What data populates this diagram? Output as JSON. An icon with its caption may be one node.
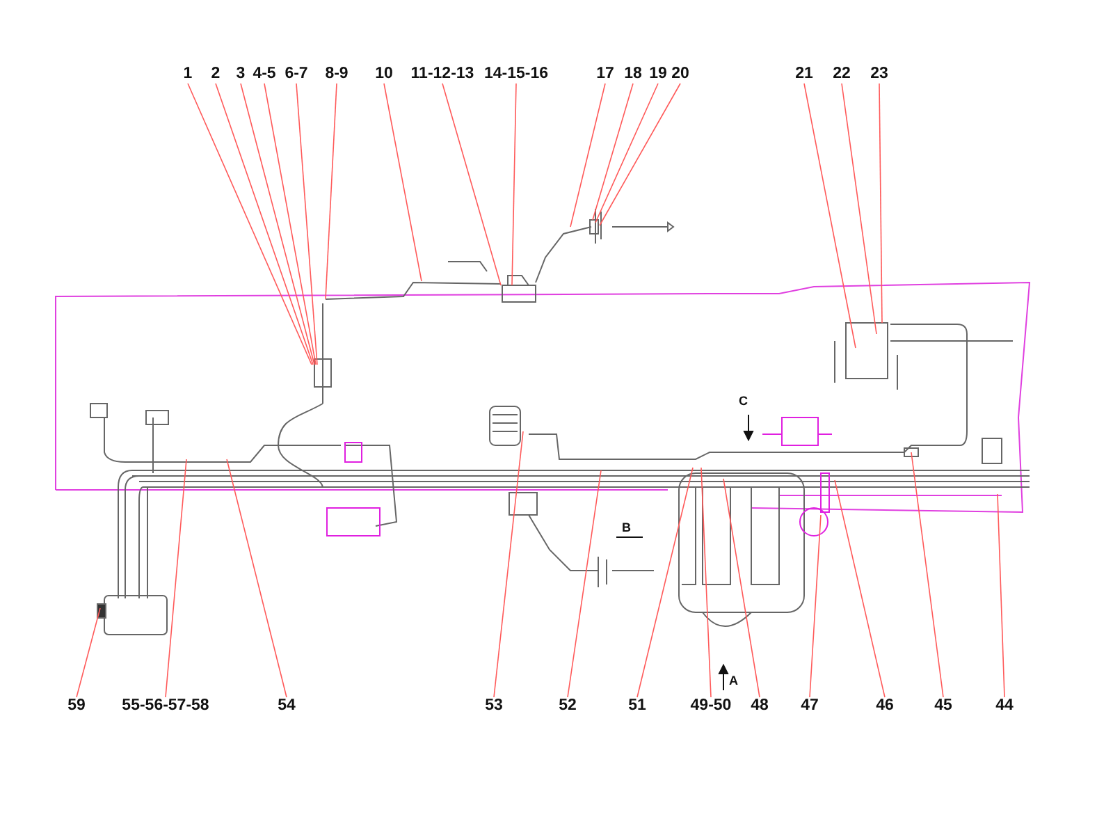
{
  "diagram": {
    "nodes": [
      {
        "text": [
          "1"
        ]
      },
      {
        "text": [
          "2"
        ]
      },
      {
        "text": [
          "3"
        ]
      },
      {
        "text": [
          "4-5"
        ]
      },
      {
        "text": [
          "6-7"
        ]
      },
      {
        "text": [
          "8-9"
        ]
      },
      {
        "text": [
          "10"
        ]
      },
      {
        "text": [
          "11-12-13"
        ]
      },
      {
        "text": [
          "14-15-16"
        ]
      },
      {
        "text": [
          "17"
        ]
      },
      {
        "text": [
          "18"
        ]
      },
      {
        "text": [
          "19"
        ]
      },
      {
        "text": [
          "20"
        ]
      },
      {
        "text": [
          "21"
        ]
      },
      {
        "text": [
          "22"
        ]
      },
      {
        "text": [
          "23"
        ]
      },
      {
        "text": [
          "59"
        ]
      },
      {
        "text": [
          "55-56-57-58"
        ]
      },
      {
        "text": [
          "54"
        ]
      },
      {
        "text": [
          "53"
        ]
      },
      {
        "text": [
          "52"
        ]
      },
      {
        "text": [
          "51"
        ]
      },
      {
        "text": [
          "49-50"
        ]
      },
      {
        "text": [
          "48"
        ]
      },
      {
        "text": [
          "47"
        ]
      },
      {
        "text": [
          "46"
        ]
      },
      {
        "text": [
          "45"
        ]
      },
      {
        "text": [
          "44"
        ]
      }
    ],
    "edges": [
      {
        "from": 0,
        "to": null,
        "arrow": "none"
      },
      {
        "from": 1,
        "to": null,
        "arrow": "none"
      },
      {
        "from": 2,
        "to": null,
        "arrow": "none"
      },
      {
        "from": 3,
        "to": null,
        "arrow": "none"
      },
      {
        "from": 4,
        "to": null,
        "arrow": "none"
      },
      {
        "from": 5,
        "to": null,
        "arrow": "none"
      },
      {
        "from": 6,
        "to": null,
        "arrow": "none"
      },
      {
        "from": 7,
        "to": null,
        "arrow": "none"
      },
      {
        "from": 8,
        "to": null,
        "arrow": "none"
      },
      {
        "from": 9,
        "to": null,
        "arrow": "none"
      },
      {
        "from": 10,
        "to": null,
        "arrow": "none"
      },
      {
        "from": 11,
        "to": null,
        "arrow": "none"
      },
      {
        "from": 12,
        "to": null,
        "arrow": "none"
      },
      {
        "from": 13,
        "to": null,
        "arrow": "none"
      },
      {
        "from": 14,
        "to": null,
        "arrow": "none"
      },
      {
        "from": 15,
        "to": null,
        "arrow": "none"
      },
      {
        "from": 16,
        "to": null,
        "arrow": "none"
      },
      {
        "from": 17,
        "to": null,
        "arrow": "none"
      },
      {
        "from": 18,
        "to": null,
        "arrow": "none"
      },
      {
        "from": 19,
        "to": null,
        "arrow": "none"
      },
      {
        "from": 20,
        "to": null,
        "arrow": "none"
      },
      {
        "from": 21,
        "to": null,
        "arrow": "none"
      },
      {
        "from": 22,
        "to": null,
        "arrow": "none"
      },
      {
        "from": 23,
        "to": null,
        "arrow": "none"
      },
      {
        "from": 24,
        "to": null,
        "arrow": "none"
      },
      {
        "from": 25,
        "to": null,
        "arrow": "none"
      },
      {
        "from": 26,
        "to": null,
        "arrow": "none"
      },
      {
        "from": 27,
        "to": null,
        "arrow": "none"
      }
    ],
    "labels": [
      "C",
      "B",
      "A"
    ]
  }
}
